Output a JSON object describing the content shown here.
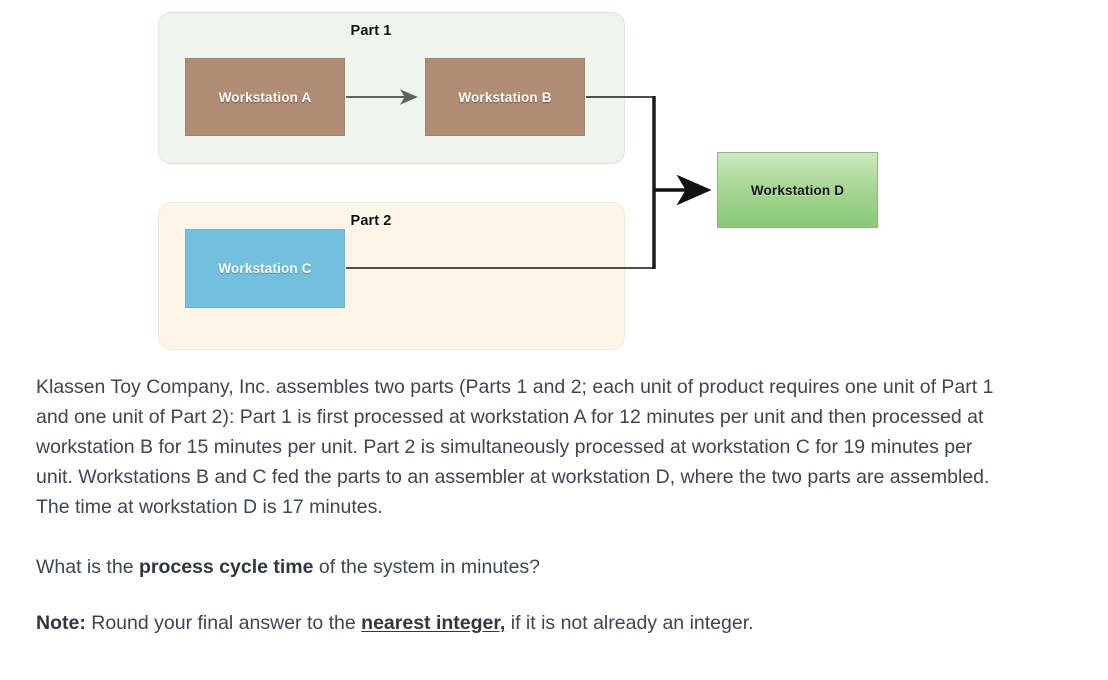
{
  "diagram": {
    "groups": [
      {
        "title": "Part 1",
        "fill": "#eef5ec"
      },
      {
        "title": "Part 2",
        "fill": "#fdf6e8"
      }
    ],
    "nodes": [
      {
        "id": "a",
        "label": "Workstation A",
        "color": "#b08d74"
      },
      {
        "id": "b",
        "label": "Workstation B",
        "color": "#b08d74"
      },
      {
        "id": "c",
        "label": "Workstation C",
        "color": "#74c0dc"
      },
      {
        "id": "d",
        "label": "Workstation D",
        "color": "#8ac878"
      }
    ],
    "edges": [
      {
        "from": "a",
        "to": "b"
      },
      {
        "from": "b",
        "to": "d"
      },
      {
        "from": "c",
        "to": "d"
      }
    ]
  },
  "prose": {
    "body_1": "Klassen Toy Company, Inc. assembles two parts (Parts 1 and 2; each unit of product requires one unit of Part 1 and one unit of Part 2): Part 1 is first processed at workstation A for 12 minutes per unit and then processed at workstation B for 15 minutes per unit. Part 2 is simultaneously processed at workstation C for 19 minutes per unit. Workstations B and C fed the parts to an assembler at workstation D, where the two parts are assembled. The time at workstation D is 17 minutes.",
    "question_before": "What is the ",
    "question_bold": "process cycle time",
    "question_after": " of the system in minutes?",
    "note_label": "Note:",
    "note_before": " Round your final answer to the ",
    "note_underlined": "nearest integer,",
    "note_after": " if it is not already an integer."
  }
}
